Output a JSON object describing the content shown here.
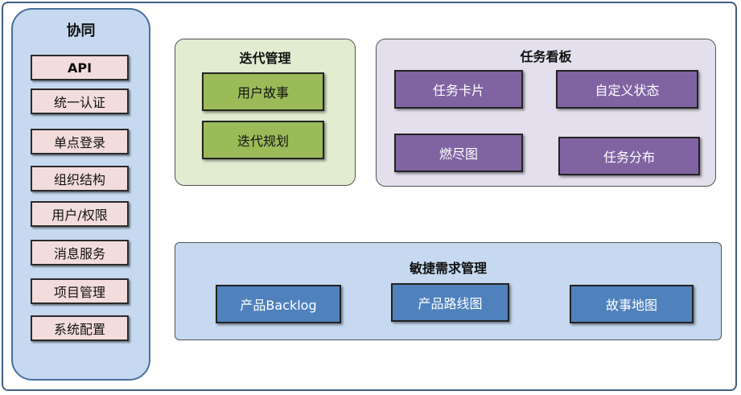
{
  "sidebar": {
    "title": "协同",
    "items": [
      "API",
      "统一认证",
      "单点登录",
      "组织结构",
      "用户/权限",
      "消息服务",
      "项目管理",
      "系统配置"
    ]
  },
  "iteration": {
    "title": "迭代管理",
    "items": [
      "用户故事",
      "迭代规划"
    ]
  },
  "task_board": {
    "title": "任务看板",
    "items": [
      "任务卡片",
      "自定义状态",
      "燃尽图",
      "任务分布"
    ]
  },
  "agile": {
    "title": "敏捷需求管理",
    "items": [
      "产品Backlog",
      "产品路线图",
      "故事地图"
    ]
  },
  "colors": {
    "sidebar_bg": "#c6d9f1",
    "sidebar_item": "#f3dcdc",
    "iteration_bg": "#e1ecd1",
    "iteration_box": "#9bbb59",
    "task_bg": "#e3dfec",
    "task_box": "#8064a2",
    "agile_bg": "#c6d9f1",
    "agile_box": "#4f81bd"
  }
}
